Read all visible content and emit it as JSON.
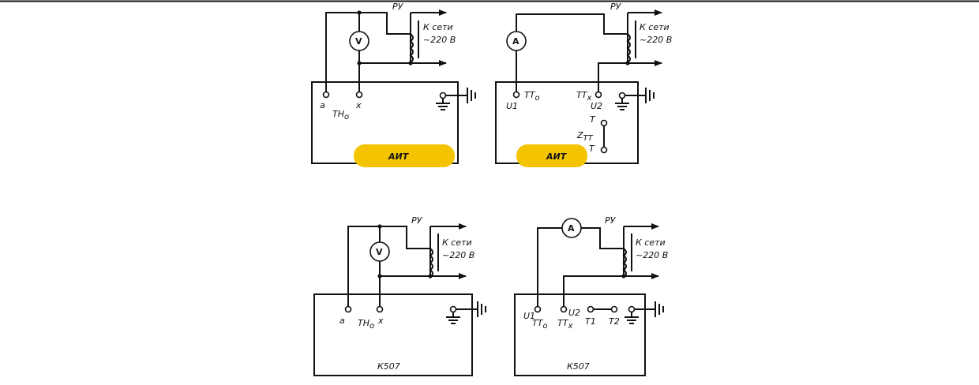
{
  "colors": {
    "ink": "#111111",
    "highlight": "#f5c400",
    "background": "#ffffff"
  },
  "diagram_a": {
    "regulator": "РУ",
    "supply_line1": "К сети",
    "supply_line2": "~220 В",
    "meter": "V",
    "device": "АИТ",
    "terminal_a": "a",
    "terminal_x": "x",
    "transformer": "ТН",
    "transformer_sub": "о"
  },
  "diagram_b": {
    "regulator": "РУ",
    "supply_line1": "К сети",
    "supply_line2": "~220 В",
    "meter": "A",
    "device": "АИТ",
    "terminal_u1": "U1",
    "terminal_u2": "U2",
    "tt_ref": "ТТ",
    "tt_ref_sub": "о",
    "tt_test": "ТТ",
    "tt_test_sub": "x",
    "t_top": "T",
    "t_bottom": "T",
    "z_tt": "Z",
    "z_tt_sub": "ТТ"
  },
  "diagram_c": {
    "regulator": "РУ",
    "supply_line1": "К сети",
    "supply_line2": "~220 В",
    "meter": "V",
    "device": "К507",
    "terminal_a": "a",
    "terminal_x": "x",
    "transformer": "ТН",
    "transformer_sub": "о"
  },
  "diagram_d": {
    "regulator": "РУ",
    "supply_line1": "К сети",
    "supply_line2": "~220 В",
    "meter": "A",
    "device": "К507",
    "terminal_u1": "U1",
    "terminal_u2": "U2",
    "tt_ref": "ТТ",
    "tt_ref_sub": "о",
    "tt_test": "ТТ",
    "tt_test_sub": "x",
    "terminal_t1": "T1",
    "terminal_t2": "T2"
  }
}
